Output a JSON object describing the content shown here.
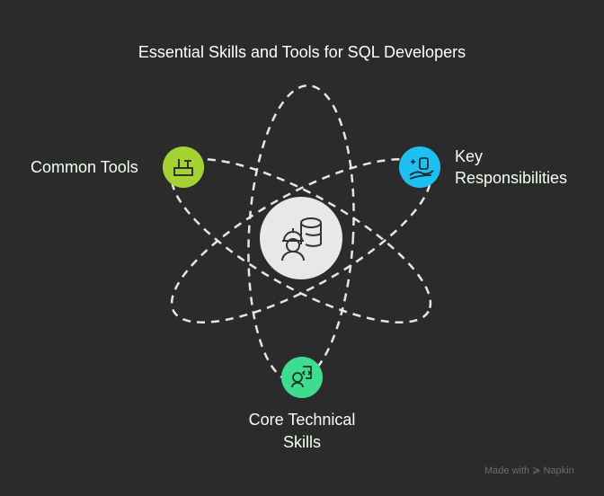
{
  "title": "Essential Skills and Tools for SQL Developers",
  "nodes": {
    "common_tools": {
      "label": "Common Tools",
      "color": "#a4d233",
      "icon": "toolbox-icon"
    },
    "key_responsibilities": {
      "label_line1": "Key",
      "label_line2": "Responsibilities",
      "color": "#1ec0f2",
      "icon": "hand-database-icon"
    },
    "core_skills": {
      "label_line1": "Core Technical",
      "label_line2": "Skills",
      "color": "#3ddc8f",
      "icon": "developer-code-icon"
    },
    "center": {
      "color": "#e8e8e8",
      "icon": "engineer-database-icon"
    }
  },
  "watermark": {
    "prefix": "Made with",
    "brand": "Napkin"
  }
}
